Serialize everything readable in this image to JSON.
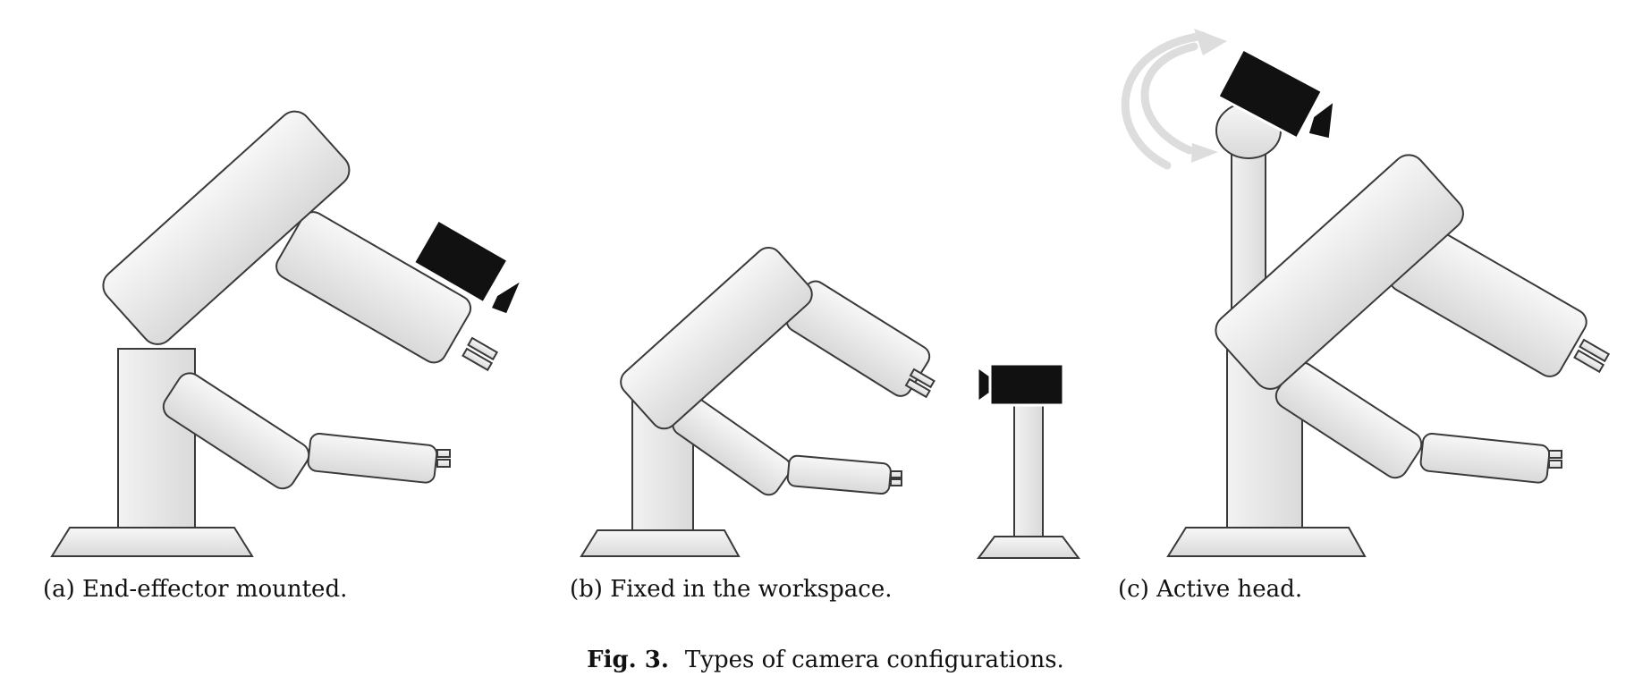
{
  "panels": [
    {
      "id": "a",
      "caption": "(a) End-effector mounted."
    },
    {
      "id": "b",
      "caption": "(b) Fixed in the workspace."
    },
    {
      "id": "c",
      "caption": "(c) Active head."
    }
  ],
  "figure": {
    "label": "Fig. 3.",
    "caption": "Types of camera configurations."
  },
  "colors": {
    "link_fill": "#e6e6e6",
    "link_stroke": "#3a3a3a",
    "camera": "#111111",
    "arrow": "#dcdcdc"
  }
}
